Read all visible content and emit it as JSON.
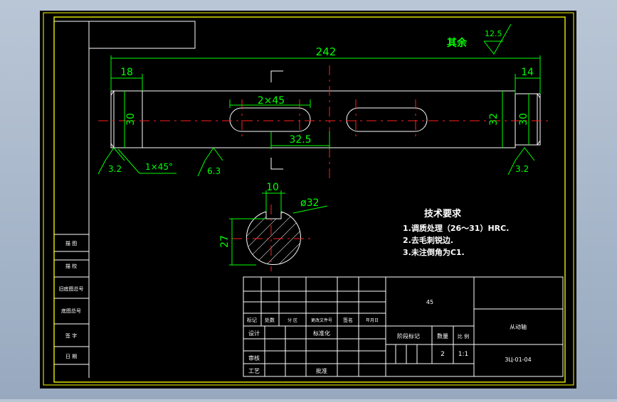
{
  "drawing": {
    "roughness_note": "其余",
    "roughness_value": "12.5",
    "dims": {
      "overall": "242",
      "left_seg": "18",
      "right_seg": "14",
      "key1": "2×45",
      "key_pos": "32.5",
      "dia_left": "30",
      "dia_mid": "32",
      "dia_right": "30",
      "chamfer": "1×45°",
      "rough_left": "3.2",
      "rough_mid": "6.3",
      "rough_right": "3.2",
      "key_width": "10",
      "section_dia": "ø32",
      "section_depth": "27"
    },
    "tech": {
      "title": "技术要求",
      "lines": [
        "1.调质处理（26～31）HRC.",
        "2.去毛刺锐边.",
        "3.未注倒角为C1."
      ]
    }
  },
  "left_strip": [
    "描 图",
    "描 校",
    "旧底图总号",
    "底图总号",
    "签 字",
    "日 期"
  ],
  "title_block": {
    "material": "45",
    "part_name": "从动轴",
    "drawing_no": "ЗЦ-01-04",
    "row_hdr": [
      "标记",
      "处数",
      "分 区",
      "更改文件号",
      "签名",
      "年月日"
    ],
    "design": "设计",
    "std": "标准化",
    "review": "审核",
    "craft": "工艺",
    "approve": "批准",
    "stage_mark": "阶段标记",
    "weight_lbl": "数量",
    "scale_lbl": "比 例",
    "weight": "2",
    "scale": "1:1"
  }
}
